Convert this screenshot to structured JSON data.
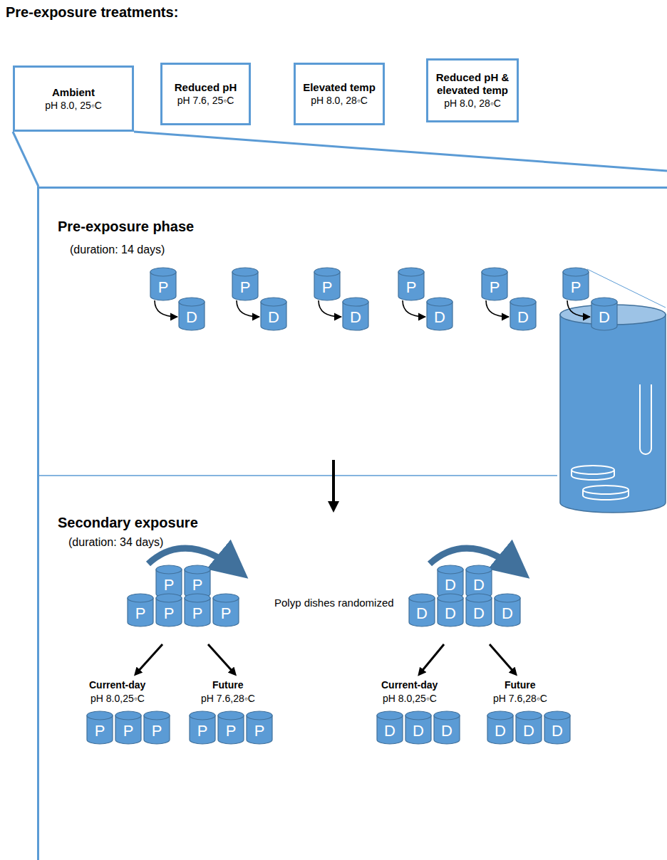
{
  "diagram": {
    "title": "Pre-exposure treatments:",
    "nodes": [
      {
        "text": [
          "Ambient",
          "pH 8.0, 25◦C"
        ]
      },
      {
        "text": [
          "Reduced pH",
          "pH 7.6, 25◦C"
        ]
      },
      {
        "text": [
          "Elevated temp",
          "pH 8.0, 28◦C"
        ]
      },
      {
        "text": [
          "Reduced pH & elevated temp",
          "pH 8.0, 28◦C"
        ]
      },
      {
        "text": [
          "Pre-exposure phase",
          "(duration: 14 days)",
          "Secondary exposure",
          "(duration: 34 days)"
        ]
      },
      {
        "text": [
          "P"
        ],
        "in": 4
      },
      {
        "text": [
          "D"
        ],
        "in": 4
      },
      {
        "text": [
          "P"
        ],
        "in": 4
      },
      {
        "text": [
          "D"
        ],
        "in": 4
      },
      {
        "text": [
          "P"
        ],
        "in": 4
      },
      {
        "text": [
          "D"
        ],
        "in": 4
      },
      {
        "text": [
          "P"
        ],
        "in": 4
      },
      {
        "text": [
          "D"
        ],
        "in": 4
      },
      {
        "text": [
          "P"
        ],
        "in": 4
      },
      {
        "text": [
          "D"
        ],
        "in": 4
      },
      {
        "text": [
          "P"
        ],
        "in": 4
      },
      {
        "text": [
          "D"
        ],
        "in": 4
      },
      {
        "text": [
          "P"
        ],
        "in": 4
      },
      {
        "text": [
          "P"
        ],
        "in": 4
      },
      {
        "text": [
          "P"
        ],
        "in": 4
      },
      {
        "text": [
          "P"
        ],
        "in": 4
      },
      {
        "text": [
          "P"
        ],
        "in": 4
      },
      {
        "text": [
          "P"
        ],
        "in": 4
      },
      {
        "text": [
          "D"
        ],
        "in": 4
      },
      {
        "text": [
          "D"
        ],
        "in": 4
      },
      {
        "text": [
          "D"
        ],
        "in": 4
      },
      {
        "text": [
          "D"
        ],
        "in": 4
      },
      {
        "text": [
          "D"
        ],
        "in": 4
      },
      {
        "text": [
          "D"
        ],
        "in": 4
      },
      {
        "text": [
          "P"
        ],
        "in": 4
      },
      {
        "text": [
          "P"
        ],
        "in": 4
      },
      {
        "text": [
          "P"
        ],
        "in": 4
      },
      {
        "text": [
          "P"
        ],
        "in": 4
      },
      {
        "text": [
          "P"
        ],
        "in": 4
      },
      {
        "text": [
          "P"
        ],
        "in": 4
      },
      {
        "text": [
          "D"
        ],
        "in": 4
      },
      {
        "text": [
          "D"
        ],
        "in": 4
      },
      {
        "text": [
          "D"
        ],
        "in": 4
      },
      {
        "text": [
          "D"
        ],
        "in": 4
      },
      {
        "text": [
          "D"
        ],
        "in": 4
      },
      {
        "text": [
          "D"
        ],
        "in": 4
      }
    ],
    "edges": [
      {
        "from": 5,
        "to": 6,
        "arrow": "to"
      },
      {
        "from": 7,
        "to": 8,
        "arrow": "to"
      },
      {
        "from": 9,
        "to": 10,
        "arrow": "to"
      },
      {
        "from": 11,
        "to": 12,
        "arrow": "to"
      },
      {
        "from": 13,
        "to": 14,
        "arrow": "to"
      },
      {
        "from": 15,
        "to": 16,
        "arrow": "to"
      }
    ],
    "labels": [
      "Polyp dishes randomized",
      "Current-day",
      "pH 8.0,25◦C",
      "Future",
      "pH 7.6,28◦C",
      "Current-day",
      "pH 8.0,25◦C",
      "Future",
      "pH 7.6,28◦C"
    ]
  }
}
